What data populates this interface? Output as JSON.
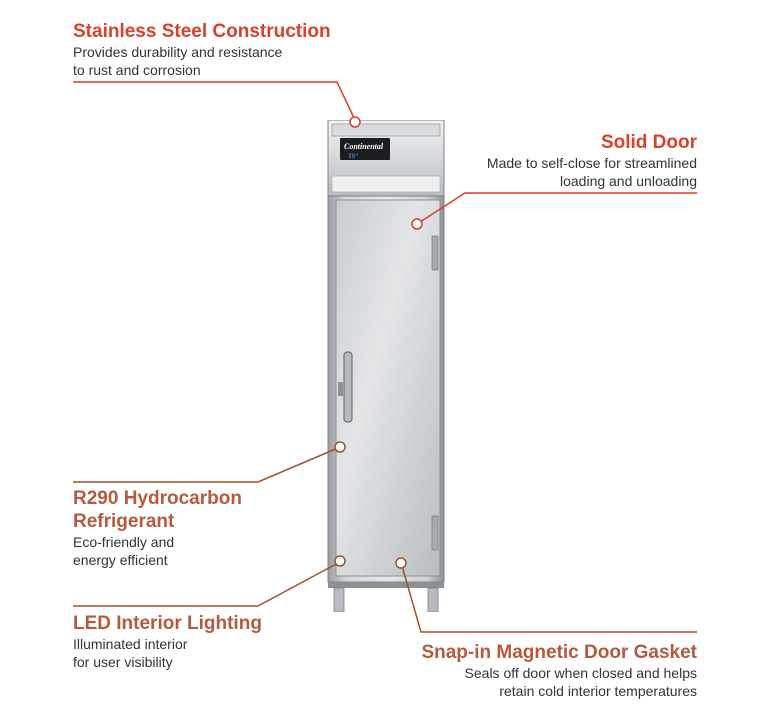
{
  "callouts": {
    "stainless": {
      "title": "Stainless Steel Construction",
      "desc_line1": "Provides durability and resistance",
      "desc_line2": "to rust and corrosion"
    },
    "solid_door": {
      "title": "Solid Door",
      "desc_line1": "Made to self-close for streamlined",
      "desc_line2": "loading and unloading"
    },
    "refrigerant": {
      "title_line1": "R290 Hydrocarbon",
      "title_line2": "Refrigerant",
      "desc_line1": "Eco-friendly and",
      "desc_line2": "energy efficient"
    },
    "led": {
      "title": "LED Interior Lighting",
      "desc_line1": "Illuminated interior",
      "desc_line2": "for user visibility"
    },
    "gasket": {
      "title": "Snap-in Magnetic Door Gasket",
      "desc_line1": "Seals off door when closed and helps",
      "desc_line2": "retain cold interior temperatures"
    }
  },
  "product": {
    "brand_logo_text": "Continental",
    "display_reading": "38°"
  },
  "colors": {
    "title_red": "#d9412b",
    "title_brown": "#b55a3c",
    "line_red": "#d9412b",
    "line_brown": "#a0522d"
  }
}
